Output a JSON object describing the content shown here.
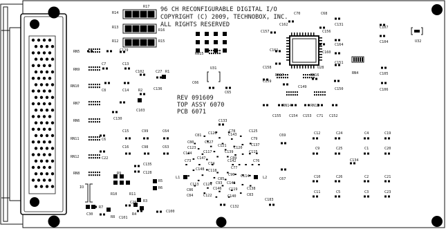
{
  "board": {
    "title_lines": [
      "96 CH RECONFIGURABLE DIGITAL I/O",
      "COPYRIGHT (C) 2009, TECHNOBOX, INC.",
      "ALL RIGHTS RESERVED"
    ],
    "assembly_lines": [
      "REV 091609",
      "TOP ASSY 6070",
      "PCB 6071"
    ]
  },
  "labels": {
    "R14": "R14",
    "R17": "R17",
    "R13": "R13",
    "R16": "R16",
    "R12": "R12",
    "R15": "R15",
    "C70": "C70",
    "C68": "C68",
    "C131": "C131",
    "C162": "C162",
    "C157": "C157",
    "C156": "C156",
    "C107": "C107",
    "C104": "C104",
    "U32": "U32",
    "C164": "C164",
    "C161": "C161",
    "C160": "C160",
    "C158": "C158",
    "U28": "U28",
    "C151": "C151",
    "RN4": "RN4",
    "RN5": "RN5",
    "C129": "C129",
    "RN15": "RN15",
    "RN9": "RN9",
    "C7": "C7",
    "C13": "C13",
    "C102": "C102",
    "C27": "C27",
    "R1": "R1",
    "U31": "U31",
    "C66": "C66",
    "C65": "C65",
    "RN17": "RN17",
    "RN16": "RN16",
    "C159": "C159",
    "C149": "C149",
    "C105": "C105",
    "RN10": "RN10",
    "C8": "C8",
    "C14": "C14",
    "C136": "C136",
    "R2": "R2",
    "C150": "C150",
    "C106": "C106",
    "RN7": "RN7",
    "C103": "C103",
    "RN14": "RN14",
    "RN13": "RN13",
    "C155": "C155",
    "C154": "C154",
    "C153": "C153",
    "C71": "C71",
    "C152": "C152",
    "RN6": "RN6",
    "C130": "C130",
    "C133": "C133",
    "C15": "C15",
    "C99": "C99",
    "C64": "C64",
    "C81": "C81",
    "C80": "C80",
    "C126": "C126",
    "C125": "C125",
    "C78": "C78",
    "C127": "C127",
    "C79": "C79",
    "C137": "C137",
    "C69": "C69",
    "C12": "C12",
    "C24": "C24",
    "C4": "C4",
    "C19": "C19",
    "RN11": "RN11",
    "C6": "C6",
    "C123": "C123",
    "C121": "C121",
    "C120": "C120",
    "C16": "C16",
    "C98": "C98",
    "C63": "C63",
    "C144": "C144",
    "C117": "C117",
    "C139": "C139",
    "C115": "C115",
    "C9": "C9",
    "C25": "C25",
    "C1": "C1",
    "C20": "C20",
    "RN12": "RN12",
    "C22": "C22",
    "C147": "C147",
    "C89": "C89",
    "C73": "C73",
    "C74": "C74",
    "C142": "C142",
    "C76": "C76",
    "C134": "C134",
    "C135": "C135",
    "C77": "C77",
    "RN8": "RN8",
    "C128": "C128",
    "C148": "C148",
    "C118": "C118",
    "R9": "R9",
    "C10": "C10",
    "C26": "C26",
    "C2": "C2",
    "C21": "C21",
    "L1": "L1",
    "C85": "C85",
    "C90": "C90",
    "C114": "C114",
    "L2": "L2",
    "C67": "C67",
    "C113": "C113",
    "C124": "C124",
    "C93": "C93",
    "C141": "C141",
    "R10": "R10",
    "R11": "R11",
    "R5": "R5",
    "R6": "R6",
    "C86": "C86",
    "C146": "C146",
    "C119": "C119",
    "C138": "C138",
    "IO": "IO",
    "C84": "C84",
    "C83": "C83",
    "C11": "C11",
    "C5": "C5",
    "C3": "C3",
    "C23": "C23",
    "R3": "R3",
    "C29": "C29",
    "C183": "C183",
    "R7": "R7",
    "C30": "C30",
    "C100": "C100",
    "C132": "C132",
    "R4": "R4",
    "C101": "C101",
    "R8": "R8",
    "C143": "C143",
    "C122": "C122",
    "C140": "C140"
  }
}
